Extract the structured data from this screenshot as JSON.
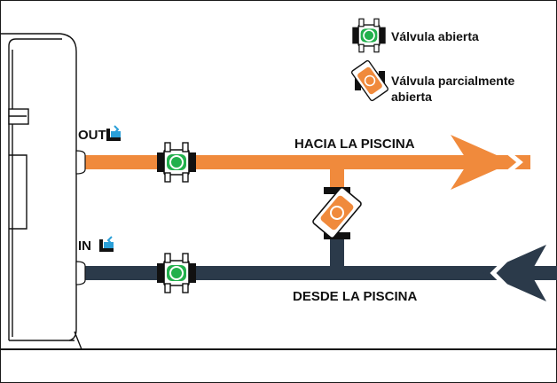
{
  "legend": {
    "open_label": "Válvula abierta",
    "partial_label_line1": "Válvula parcialmente",
    "partial_label_line2": "abierta"
  },
  "pipes": {
    "out_label": "OUT",
    "in_label": "IN",
    "to_pool_label": "HACIA LA PISCINA",
    "from_pool_label": "DESDE LA PISCINA"
  },
  "colors": {
    "hot_pipe": "#f08a3c",
    "cold_pipe": "#2b3a4a",
    "valve_open_green": "#22b04c",
    "valve_partial_orange": "#f08a3c",
    "icon_blue": "#2a9fd8"
  },
  "icons": [
    "valve-open-icon",
    "valve-partial-icon",
    "outlet-icon",
    "inlet-icon",
    "arrow-right-icon",
    "arrow-left-icon"
  ]
}
